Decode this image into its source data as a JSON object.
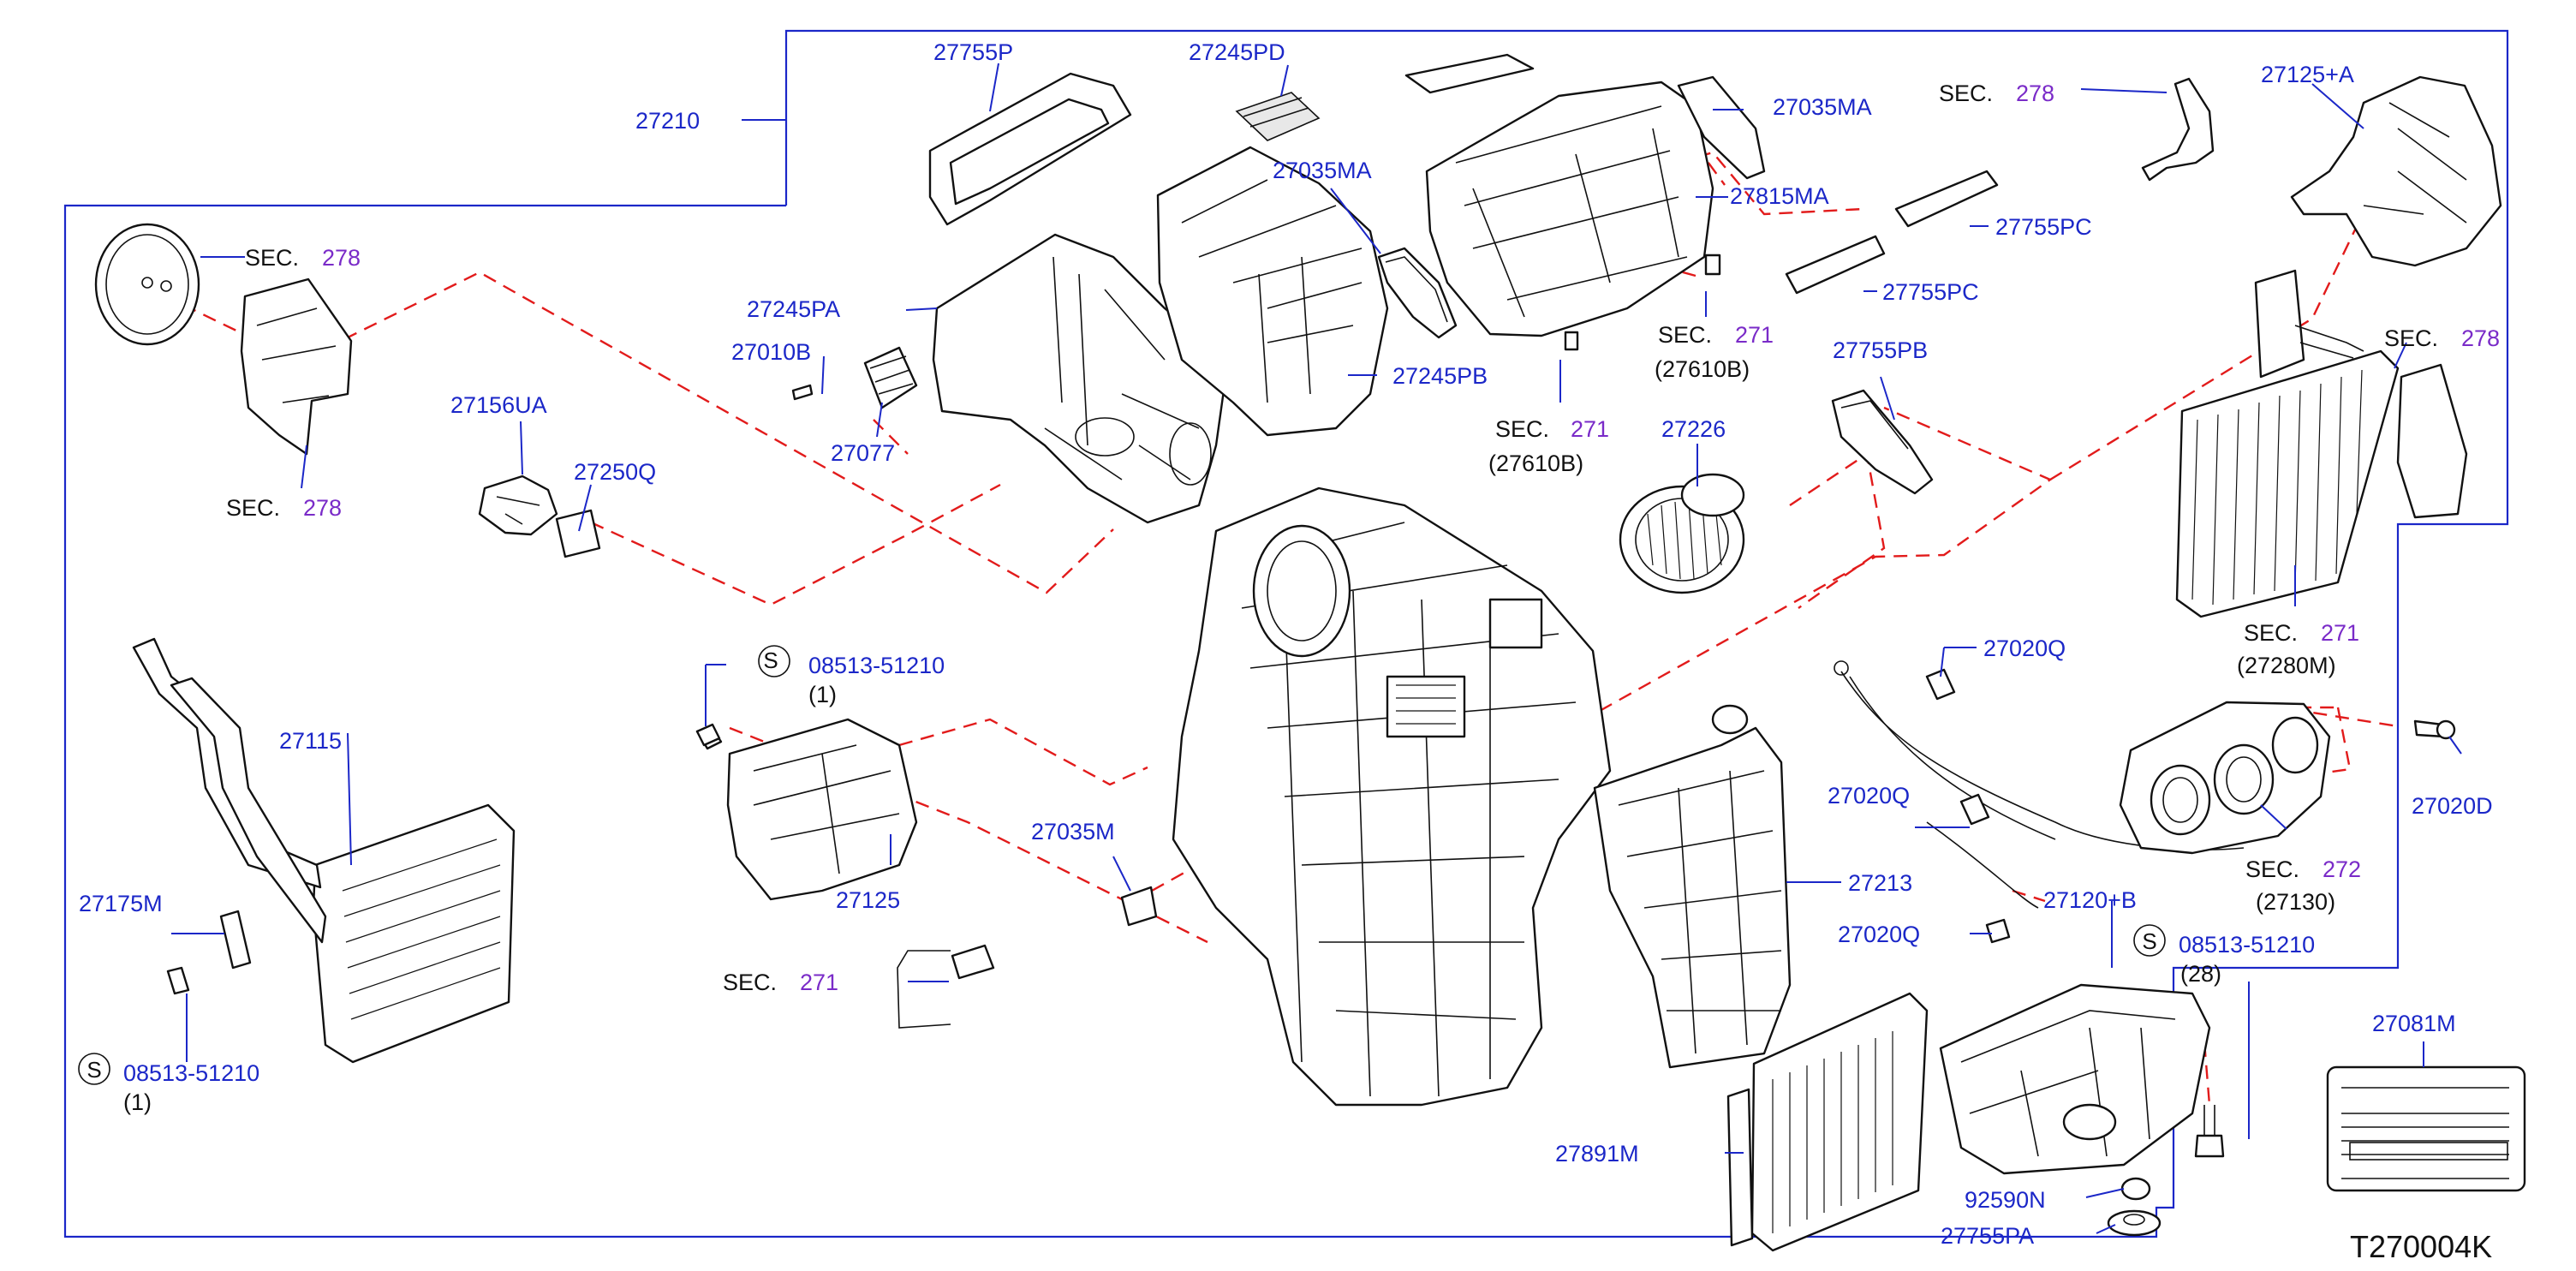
{
  "diagram_code": "T270004K",
  "part_numbers": {
    "p27210": "27210",
    "p27755P": "27755P",
    "p27245PD": "27245PD",
    "p27035MA_a": "27035MA",
    "p27035MA_b": "27035MA",
    "p27815MA": "27815MA",
    "p27755PC_a": "27755PC",
    "p27755PC_b": "27755PC",
    "p27125A": "27125+A",
    "p27245PA": "27245PA",
    "p27010B": "27010B",
    "p27077": "27077",
    "p27245PB": "27245PB",
    "p27156UA": "27156UA",
    "p27250Q": "27250Q",
    "p27226": "27226",
    "p27755PB": "27755PB",
    "p27115": "27115",
    "p27175M": "27175M",
    "p27125": "27125",
    "p27035M": "27035M",
    "p27020Q_a": "27020Q",
    "p27020Q_b": "27020Q",
    "p27020Q_c": "27020Q",
    "p27213": "27213",
    "p27120B": "27120+B",
    "p27020D": "27020D",
    "p27891M": "27891M",
    "p92590N": "92590N",
    "p27755PA": "27755PA",
    "p27081M": "27081M",
    "bolt_a": "08513-51210",
    "bolt_b": "08513-51210",
    "bolt_c": "08513-51210"
  },
  "quantities": {
    "bolt_a_qty": "(1)",
    "bolt_b_qty": "(1)",
    "bolt_c_qty": "(28)"
  },
  "section_refs": {
    "sec_label": "SEC.",
    "s1": "278",
    "s2": "278",
    "s3": "278",
    "s4": "278",
    "s5": "271",
    "s6": "271",
    "s7": "271",
    "s8": "271",
    "s9": "272"
  },
  "sub_refs": {
    "r1": "(27610B)",
    "r2": "(27610B)",
    "r3": "(27280M)",
    "r4": "(27130)"
  },
  "symbol_s": "S",
  "colors": {
    "part_number": "#1b27c8",
    "section_number": "#7a2bc8",
    "dashed_link": "#e21b1b",
    "line_art": "#111111"
  }
}
